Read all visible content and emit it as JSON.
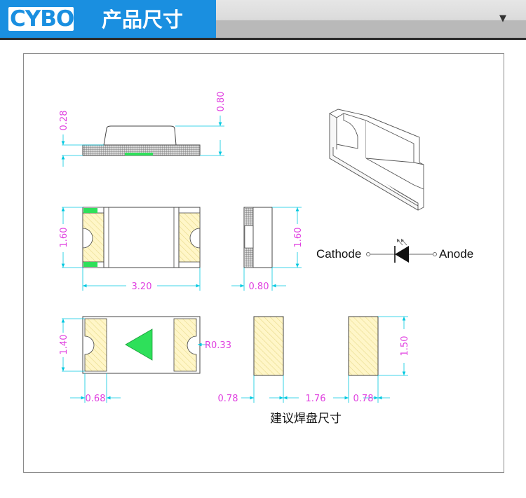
{
  "header": {
    "logo_text": "YBO",
    "logo_mark": "C",
    "title": "产品尺寸",
    "dropdown_icon": "caret-down-icon"
  },
  "drawing": {
    "dimensions": {
      "height_total": "0.80",
      "height_lens": "0.28",
      "width_top": "1.60",
      "length": "3.20",
      "side_width": "1.60",
      "side_thickness": "0.80",
      "pad_height": "1.40",
      "pad_radius": "R0.33",
      "pad_width": "0.68",
      "land_width_left": "0.78",
      "land_gap": "1.76",
      "land_width_right": "0.78",
      "land_height": "1.50"
    },
    "symbol": {
      "cathode": "Cathode",
      "anode": "Anode"
    },
    "caption": "建议焊盘尺寸"
  },
  "colors": {
    "brand_blue": "#1a8fe0",
    "dimension_magenta": "#e040e0",
    "dimension_cyan": "#00c8e0",
    "pad_fill": "#fff6c8",
    "pad_hatch": "#e8d98a",
    "polarity_green": "#2ee05a"
  }
}
